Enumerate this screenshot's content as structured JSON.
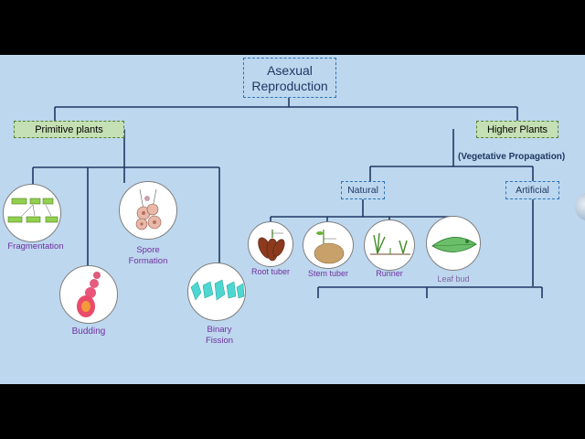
{
  "root": {
    "line1": "Asexual",
    "line2": "Reproduction"
  },
  "primitive": {
    "label": "Primitive plants"
  },
  "higher": {
    "label": "Higher  Plants",
    "sub": "(Vegetative  Propagation)"
  },
  "natural": {
    "label": "Natural"
  },
  "artificial": {
    "label": "Artificial"
  },
  "primitive_items": {
    "fragmentation": "Fragmentation",
    "budding": "Budding",
    "spore_1": "Spore",
    "spore_2": "Formation",
    "fission_1": "Binary",
    "fission_2": "Fission"
  },
  "natural_items": {
    "root_tuber": "Root tuber",
    "stem_tuber": "Stem tuber",
    "runner": "Runner",
    "leaf_bud": "Leaf bud"
  },
  "colors": {
    "background": "#bdd7ee",
    "line": "#1f3864",
    "green_box": "#c5e0b4",
    "label_purple": "#7030a0",
    "leaf_bud_label": "#8064a2"
  }
}
